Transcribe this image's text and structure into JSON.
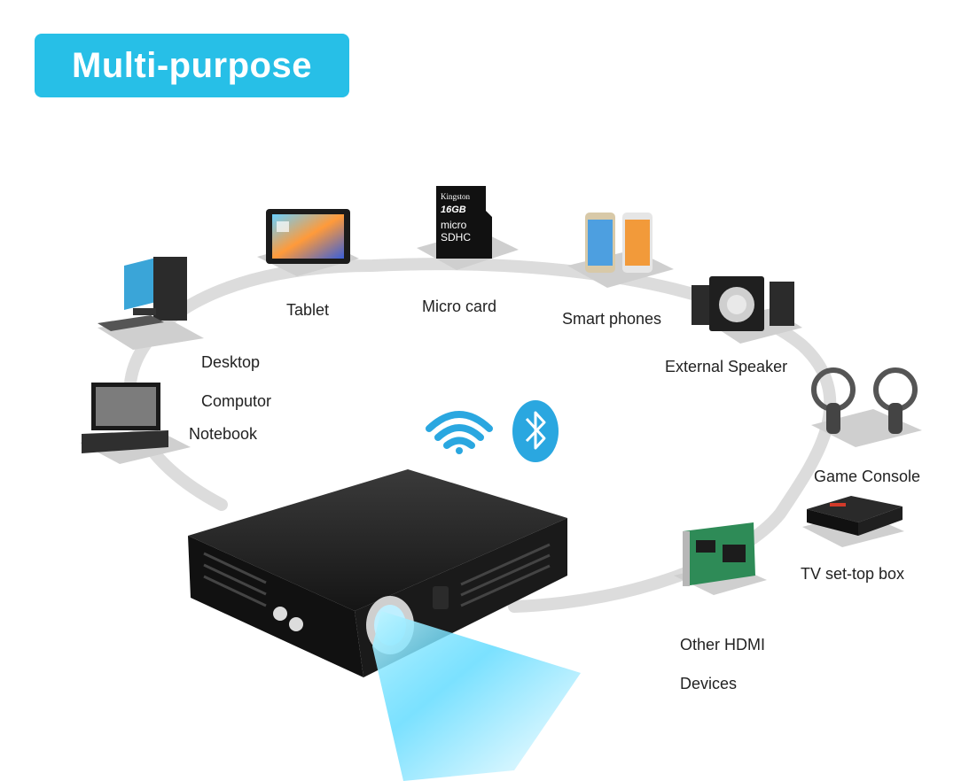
{
  "title": "Multi-purpose",
  "devices": {
    "tablet": "Tablet",
    "micro_card": "Micro card",
    "smart_phones": "Smart phones",
    "desktop_line1": "Desktop",
    "desktop_line2": "Computor",
    "external_speaker": "External Speaker",
    "notebook": "Notebook",
    "game_console": "Game Console",
    "tv_box": "TV set-top box",
    "hdmi_line1": "Other HDMI",
    "hdmi_line2": "Devices"
  },
  "card_brand": "Kingston",
  "card_capacity": "16GB",
  "colors": {
    "title_bg": "#27bfe7",
    "bluetooth": "#2aa7e0",
    "wifi": "#2aa7e0",
    "ring": "#d9d9d9",
    "beam": "#4fd7ff"
  },
  "icons": [
    "wifi-icon",
    "bluetooth-icon"
  ]
}
